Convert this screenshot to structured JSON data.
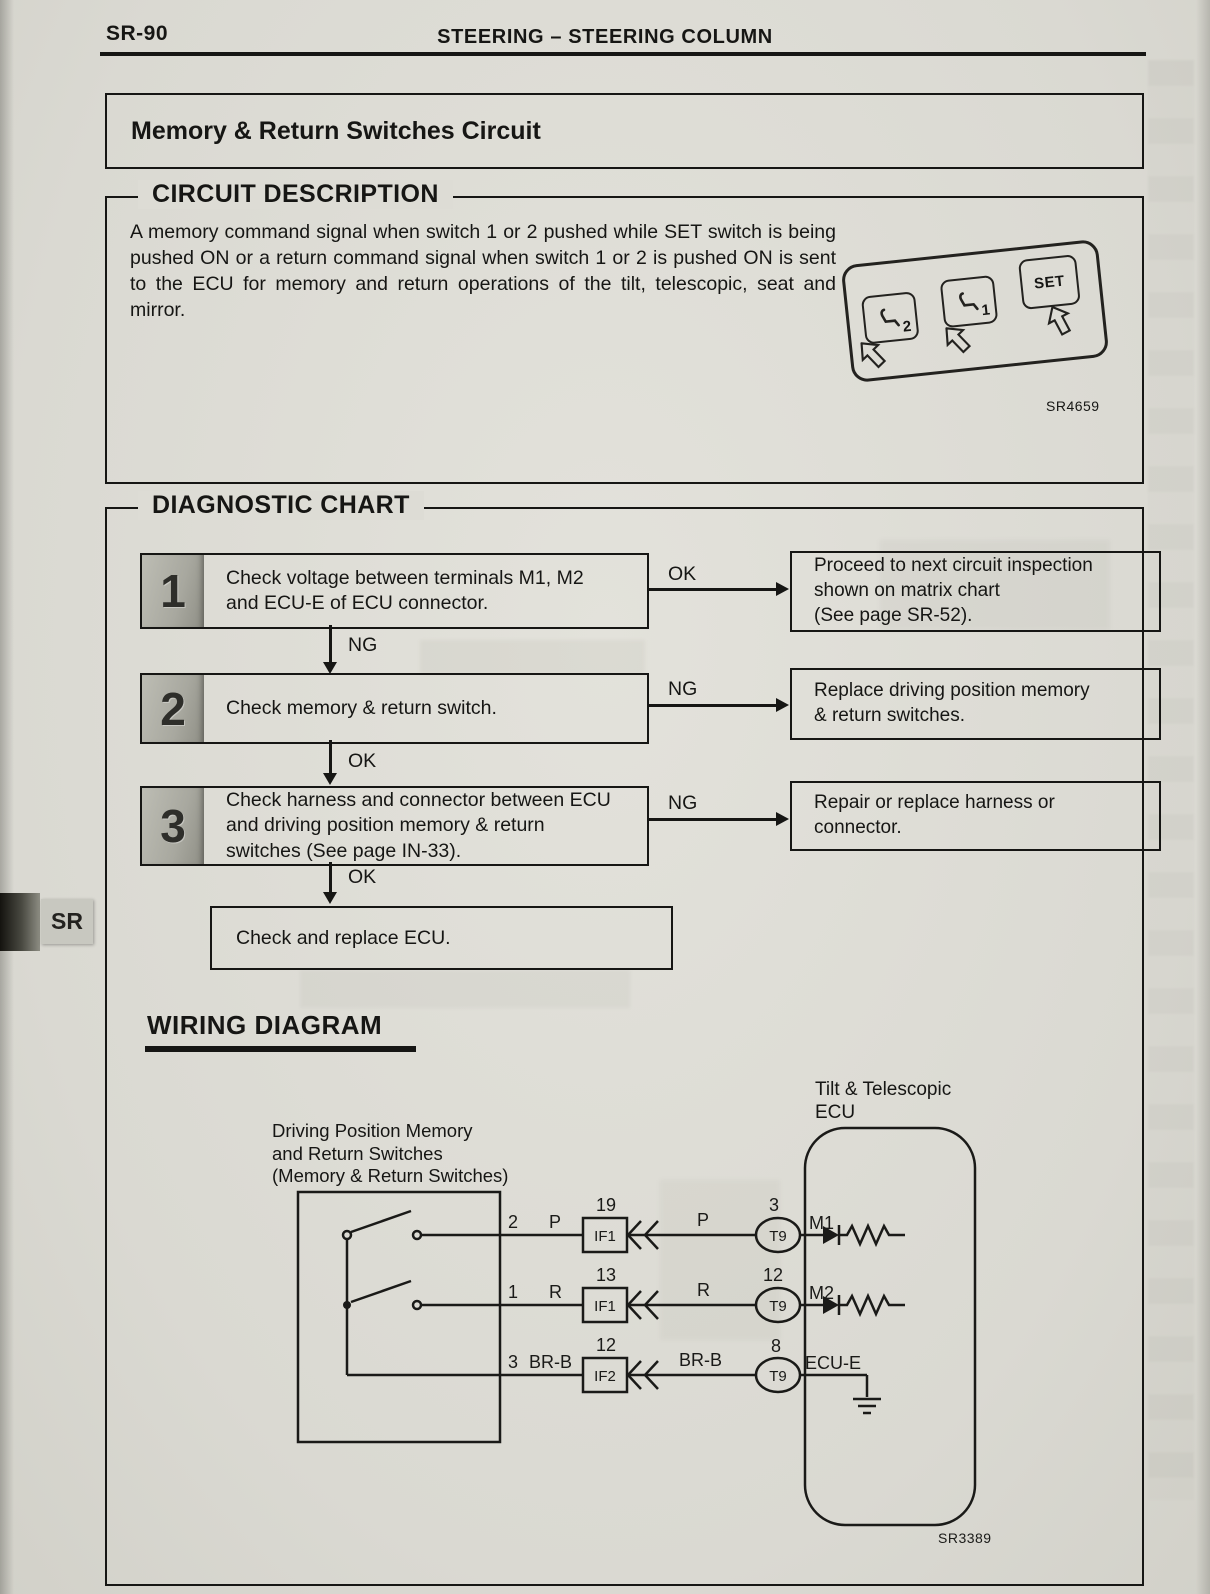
{
  "page": {
    "number": "SR-90",
    "header": "STEERING – STEERING COLUMN",
    "side_tab": "SR"
  },
  "title": "Memory & Return Switches Circuit",
  "circuit_description": {
    "heading": "CIRCUIT DESCRIPTION",
    "body": "A memory command signal when switch 1 or 2 pushed while SET switch is being pushed ON or a return command signal when switch 1 or 2 is pushed ON is sent to the ECU for memory and return operations of the tilt, telescopic, seat and mirror.",
    "figure_id": "SR4659",
    "keys": {
      "key2": "2",
      "key1": "1",
      "set": "SET"
    }
  },
  "diagnostic_chart": {
    "heading": "DIAGNOSTIC CHART",
    "steps": [
      {
        "number": "1",
        "text": "Check voltage between terminals M1, M2 and ECU-E of ECU connector.",
        "branch": "OK",
        "action": "Proceed to next circuit inspection\nshown on matrix chart\n(See page SR-52).",
        "down": "NG"
      },
      {
        "number": "2",
        "text": "Check memory & return switch.",
        "branch": "NG",
        "action": "Replace driving position memory\n& return switches.",
        "down": "OK"
      },
      {
        "number": "3",
        "text": "Check harness and connector between ECU and driving position memory & return switches (See page IN-33).",
        "branch": "NG",
        "action": "Repair or replace harness or\nconnector.",
        "down": "OK"
      }
    ],
    "final": "Check and replace ECU."
  },
  "wiring_diagram": {
    "heading": "WIRING DIAGRAM",
    "switch_block_label": "Driving Position Memory\nand Return Switches\n(Memory & Return Switches)",
    "ecu_label": "Tilt & Telescopic\nECU",
    "figure_id": "SR3389",
    "rows": [
      {
        "pin": "2",
        "wire": "P",
        "conn1_pin": "19",
        "conn1": "IF1",
        "wire2": "P",
        "conn2_pin": "3",
        "conn2": "T9",
        "terminal": "M1"
      },
      {
        "pin": "1",
        "wire": "R",
        "conn1_pin": "13",
        "conn1": "IF1",
        "wire2": "R",
        "conn2_pin": "12",
        "conn2": "T9",
        "terminal": "M2"
      },
      {
        "pin": "3",
        "wire": "BR-B",
        "conn1_pin": "12",
        "conn1": "IF2",
        "wire2": "BR-B",
        "conn2_pin": "8",
        "conn2": "T9",
        "terminal": "ECU-E"
      }
    ]
  }
}
